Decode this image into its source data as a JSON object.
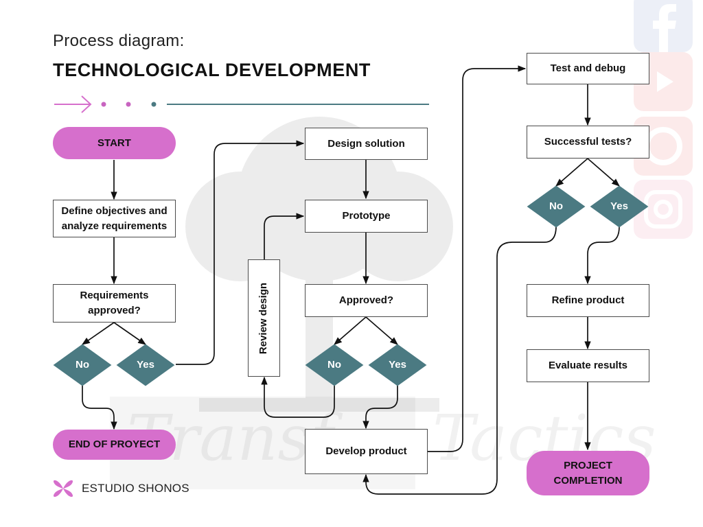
{
  "header": {
    "subtitle": "Process diagram:",
    "title": "TECHNOLOGICAL DEVELOPMENT"
  },
  "colors": {
    "pill": "#d66fcc",
    "diamond": "#4b7a82",
    "arrow_pink": "#d66fcc",
    "dot_pink": "#c864c0",
    "dot_teal": "#4b7a82",
    "line_teal": "#4b7a82"
  },
  "nodes": {
    "start": "START",
    "define": "Define objectives and analyze requirements",
    "req_approved": "Requirements approved?",
    "no_left": "No",
    "yes_left": "Yes",
    "end_project": "END OF PROYECT",
    "review_design": "Review design",
    "design_solution": "Design solution",
    "prototype": "Prototype",
    "approved": "Approved?",
    "no_mid": "No",
    "yes_mid": "Yes",
    "develop": "Develop product",
    "test_debug": "Test and debug",
    "successful_tests": "Successful tests?",
    "no_right": "No",
    "yes_right": "Yes",
    "refine": "Refine product",
    "evaluate": "Evaluate results",
    "completion": "PROJECT COMPLETION"
  },
  "watermark": {
    "text_left": "Transf",
    "text_right": "Tactics"
  },
  "brand": {
    "name": "ESTUDIO SHONOS",
    "icon": "butterfly-icon"
  },
  "social_icons": [
    "facebook-icon",
    "youtube-icon",
    "pinterest-icon",
    "instagram-icon"
  ]
}
